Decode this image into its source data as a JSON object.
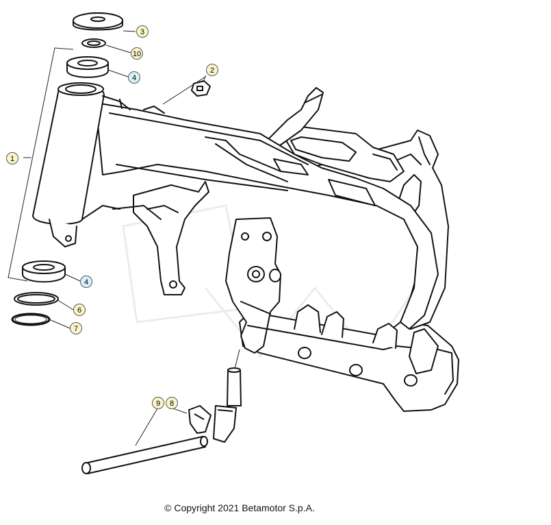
{
  "callouts": [
    {
      "num": "1",
      "color": "#fbf6c8"
    },
    {
      "num": "2",
      "color": "#fbf6c8"
    },
    {
      "num": "3",
      "color": "#fbf6c8"
    },
    {
      "num": "4",
      "color": "#d6f1fb"
    },
    {
      "num": "4",
      "color": "#d6f1fb"
    },
    {
      "num": "6",
      "color": "#fbf6c8"
    },
    {
      "num": "7",
      "color": "#fbf6c8"
    },
    {
      "num": "8",
      "color": "#fbf6c8"
    },
    {
      "num": "9",
      "color": "#fbf6c8"
    },
    {
      "num": "10",
      "color": "#fbf6c8"
    }
  ],
  "footer": {
    "copyright": "© Copyright 2021 Betamotor S.p.A."
  }
}
